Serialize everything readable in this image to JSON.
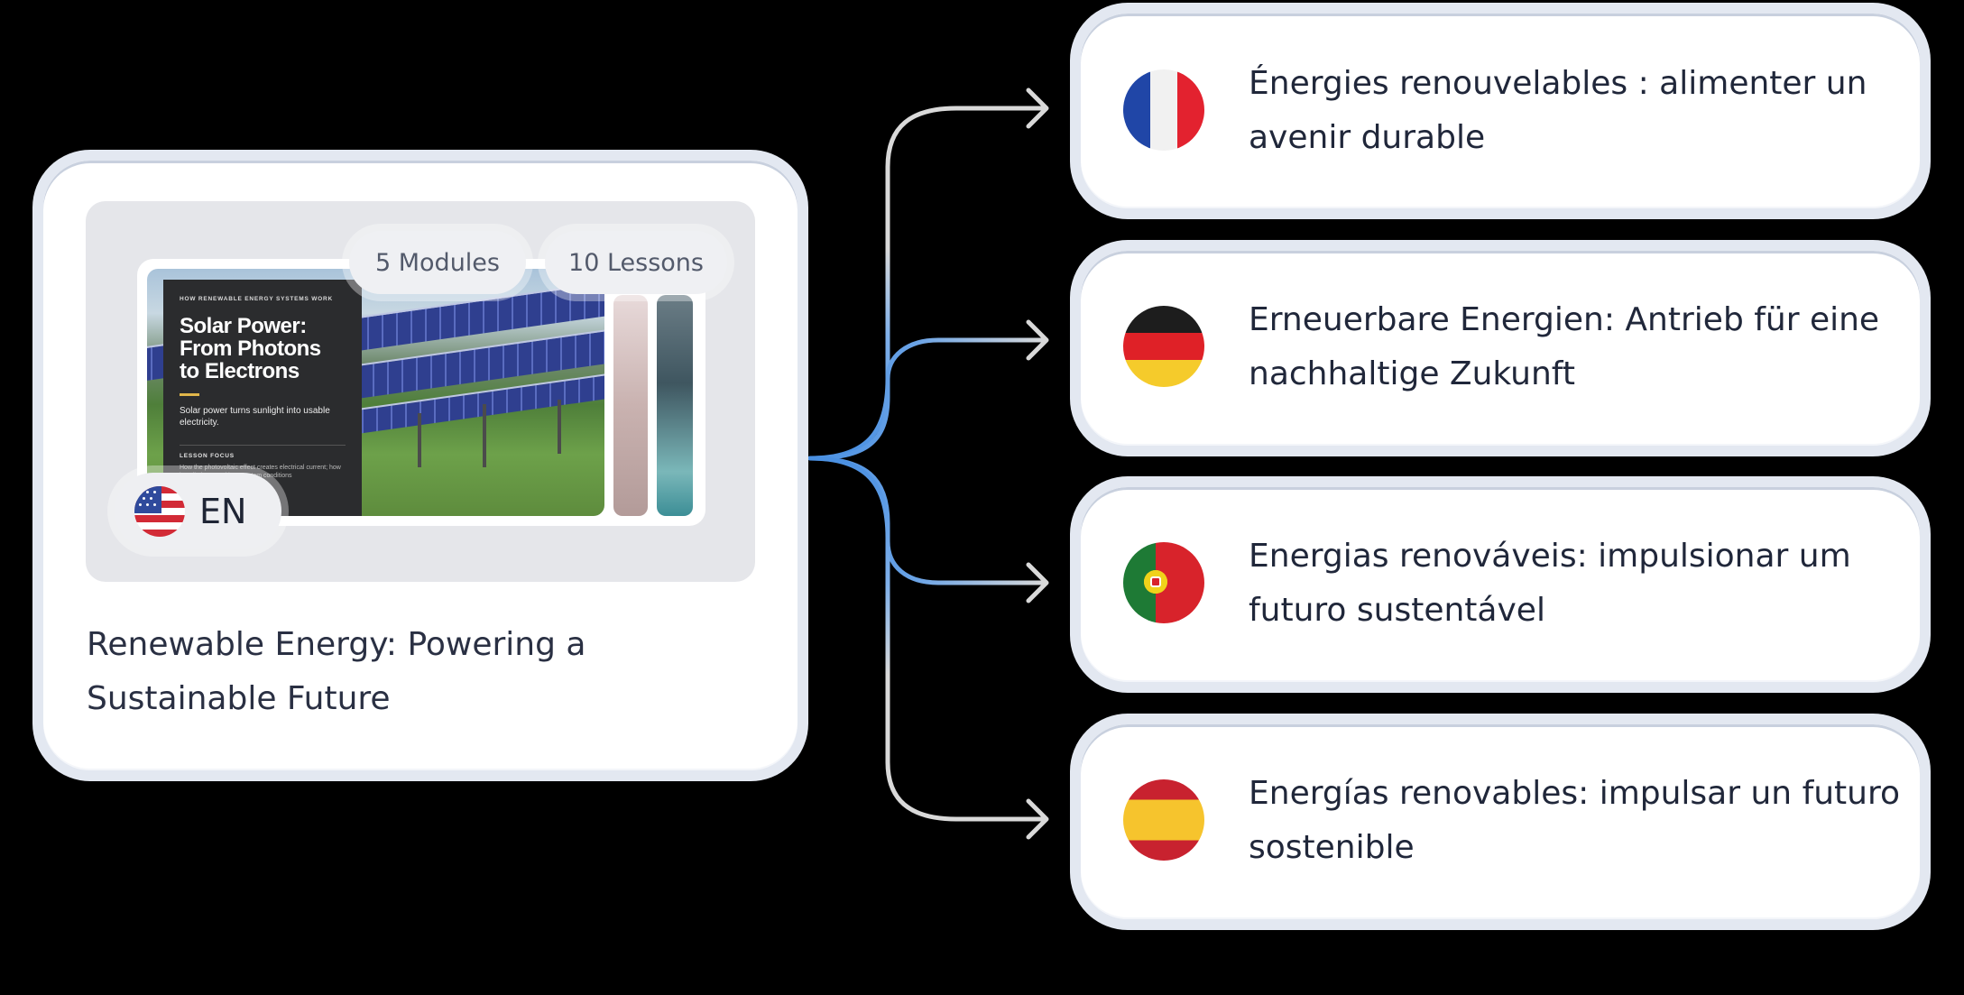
{
  "source": {
    "modules_label": "5 Modules",
    "lessons_label": "10 Lessons",
    "language_code": "EN",
    "title": "Renewable Energy: Powering a Sustainable Future",
    "slide": {
      "kicker": "HOW RENEWABLE ENERGY SYSTEMS WORK",
      "title": "Solar Power: From Photons to Electrons",
      "description": "Solar power turns sunlight into usable electricity.",
      "focus_label": "LESSON FOCUS",
      "focus_text": "How the photovoltaic effect creates electrical current; how installations; and how system conditions"
    }
  },
  "translations": [
    {
      "lang": "fr",
      "flag": "france-flag-icon",
      "title": "Énergies renouvelables : alimenter un avenir durable"
    },
    {
      "lang": "de",
      "flag": "germany-flag-icon",
      "title": "Erneuerbare Energien: Antrieb für eine nachhaltige Zukunft"
    },
    {
      "lang": "pt",
      "flag": "portugal-flag-icon",
      "title": "Energias renováveis: impulsionar um futuro sustentável"
    },
    {
      "lang": "es",
      "flag": "spain-flag-icon",
      "title": "Energías renovables: impulsar un futuro sostenible"
    }
  ],
  "colors": {
    "background": "#000000",
    "card": "#ffffff",
    "connector": "#d9d9d9",
    "connector_accent": "#4a90e2"
  }
}
